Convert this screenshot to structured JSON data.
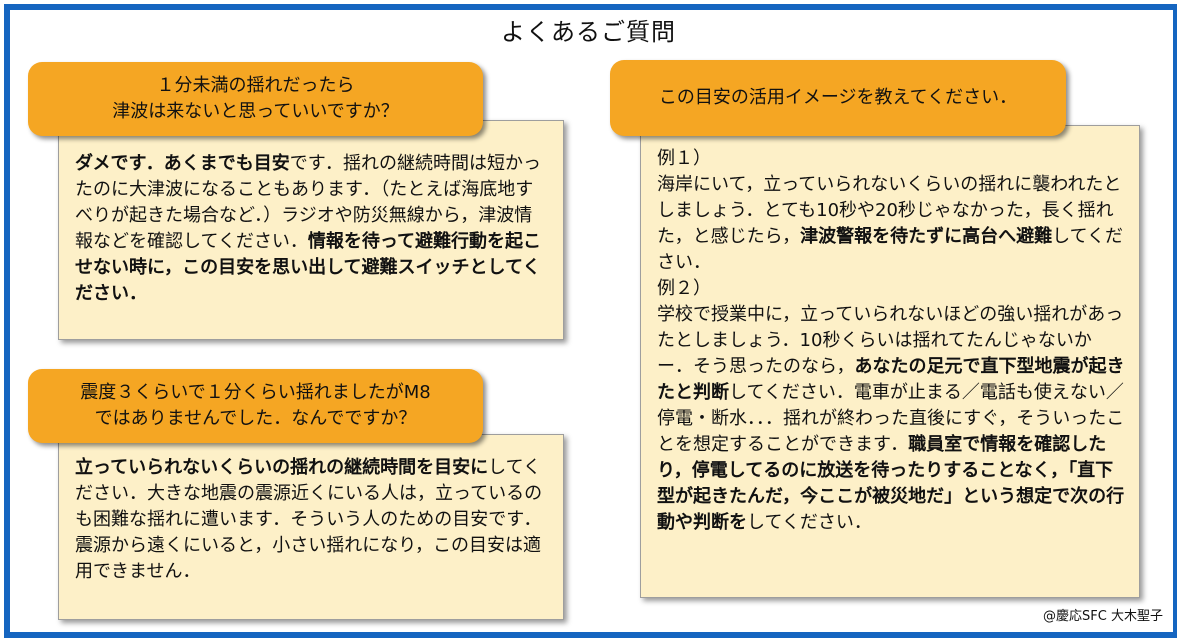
{
  "title": "よくあるご質問",
  "credit": "@慶応SFC 大木聖子",
  "faq1": {
    "question_l1": "１分未満の揺れだったら",
    "question_l2": "津波は来ないと思っていいですか？",
    "a_b1": "ダメです．あくまでも目安",
    "a_t1": "です．揺れの継続時間は短かったのに大津波になることもあります．（たとえば海底地すべりが起きた場合など．）ラジオや防災無線から，津波情報などを確認してください．",
    "a_b2": "情報を待って避難行動を起こせない時に，この目安を思い出して避難スイッチとしてください．"
  },
  "faq2": {
    "question_l1": "震度３くらいで１分くらい揺れましたがM8",
    "question_l2": "ではありませんでした．なんでですか？",
    "a_b1": "立っていられないくらいの揺れの継続時間を目安に",
    "a_t1": "してください．大きな地震の震源近くにいる人は，立っているのも困難な揺れに遭います．そういう人のための目安です．震源から遠くにいると，小さい揺れになり，この目安は適用できません．"
  },
  "faq3": {
    "question": "この目安の活用イメージを教えてください．",
    "ex1_label": "例１）",
    "ex1_t1": "海岸にいて，立っていられないくらいの揺れに襲われたとしましょう．とても10秒や20秒じゃなかった，長く揺れた，と感じたら，",
    "ex1_b1": "津波警報を待たずに高台へ避難",
    "ex1_t2": "してください．",
    "ex2_label": "例２）",
    "ex2_t1": "学校で授業中に，立っていられないほどの強い揺れがあったとしましょう．10秒くらいは揺れてたんじゃないかー．そう思ったのなら，",
    "ex2_b1": "あなたの足元で直下型地震が起きたと判断",
    "ex2_t2": "してください．電車が止まる／電話も使えない／停電・断水．．．揺れが終わった直後にすぐ，そういったことを想定することができます．",
    "ex2_b2": "職員室で情報を確認したり，停電してるのに放送を待ったりすることなく，「直下型が起きたんだ，今ここが被災地だ」という想定で次の行動や判断を",
    "ex2_t3": "してください．"
  }
}
